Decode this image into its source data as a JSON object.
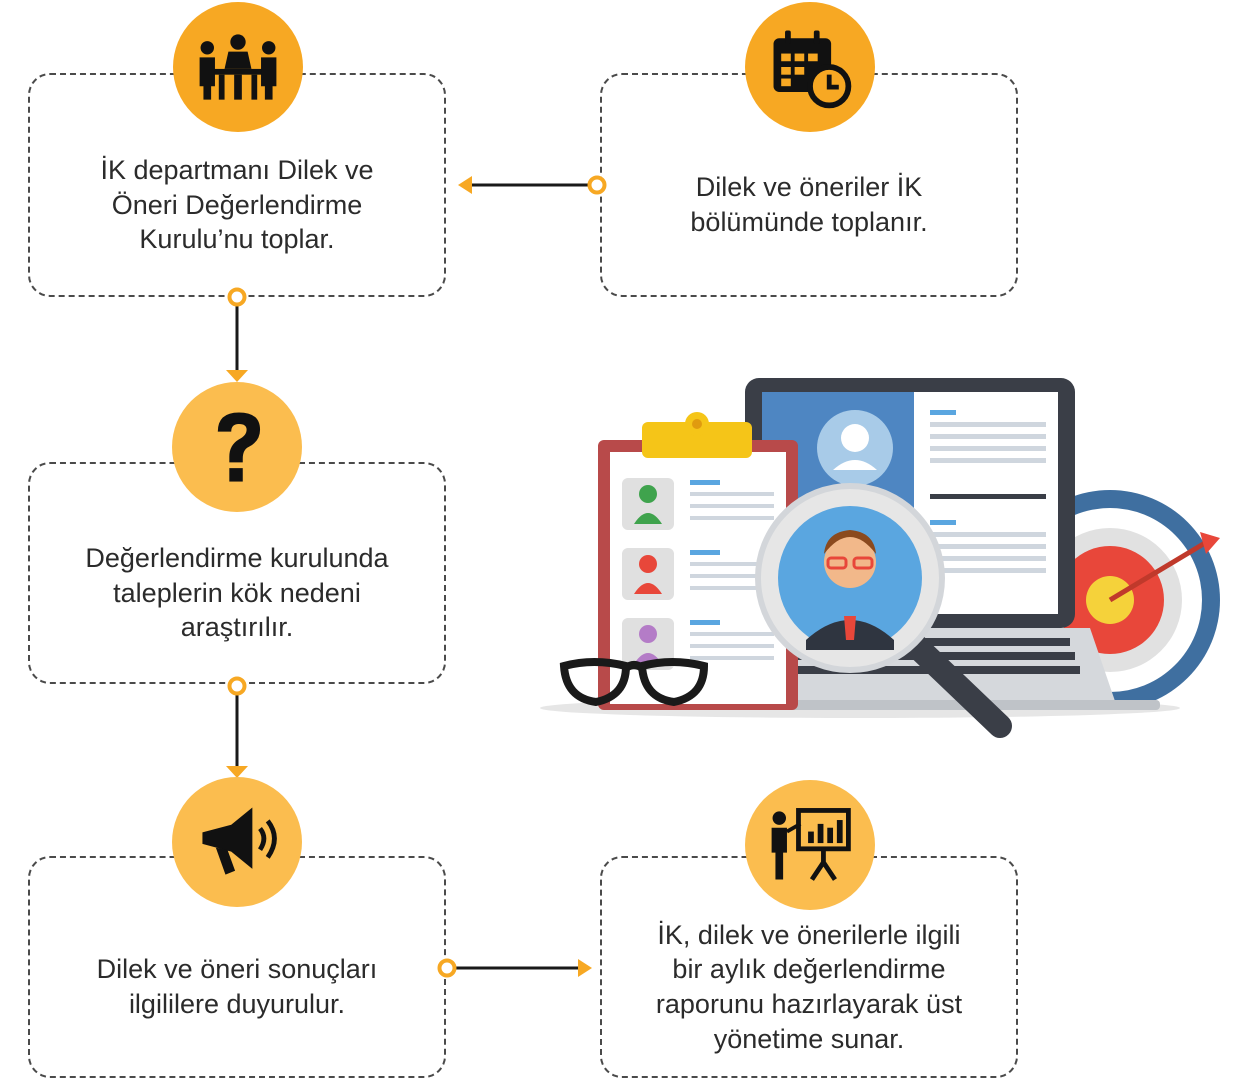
{
  "steps": [
    {
      "text": "İK departmanı Dilek ve\nÖneri Değerlendirme\nKurulu’nu toplar.",
      "icon": "meeting-icon"
    },
    {
      "text": "Dilek ve öneriler İK\nbölümünde toplanır.",
      "icon": "calendar-clock-icon"
    },
    {
      "text": "Değerlendirme kurulunda\ntaleplerin kök nedeni\naraştırılır.",
      "icon": "question-icon"
    },
    {
      "text": "Dilek ve öneri sonuçları\nilgililere duyurulur.",
      "icon": "megaphone-icon"
    },
    {
      "text": "İK, dilek ve önerilerle ilgili\nbir aylık değerlendirme\nraporunu hazırlayarak üst\nyönetime sunar.",
      "icon": "presentation-icon"
    }
  ],
  "colors": {
    "accent": "#f7a823",
    "accent_light": "#fbbd4f",
    "line": "#1a1a1a",
    "border": "#4a4a4a",
    "text": "#2b2b2b"
  },
  "illustration": {
    "icon": "recruitment-illustration"
  }
}
